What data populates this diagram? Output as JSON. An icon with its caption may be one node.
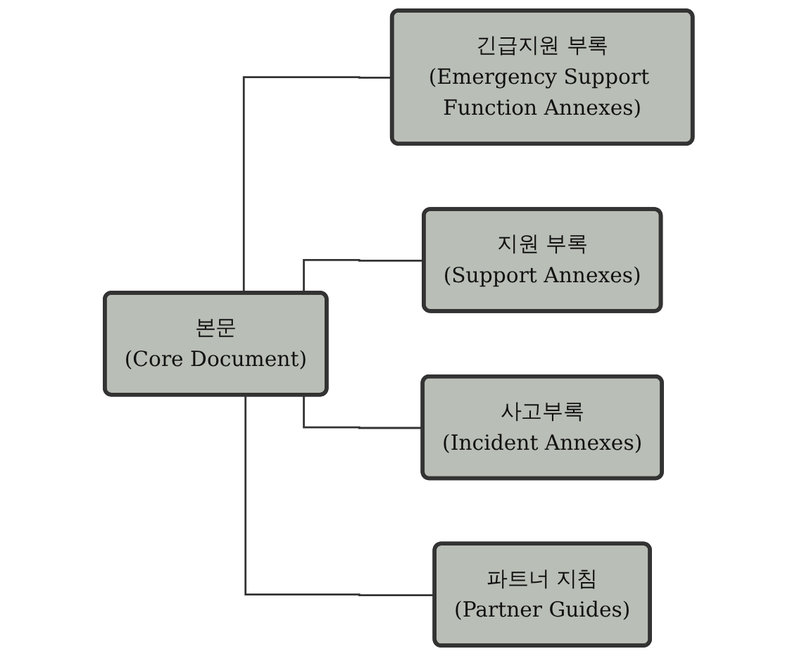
{
  "diagram": {
    "nodes": [
      {
        "text": [
          "본문",
          "(Core Document)"
        ]
      },
      {
        "text": [
          "긴급지원 부록",
          "(Emergency Support Function Annexes)"
        ]
      },
      {
        "text": [
          "지원 부록",
          "(Support Annexes)"
        ]
      },
      {
        "text": [
          "사고부록",
          "(Incident Annexes)"
        ]
      },
      {
        "text": [
          "파트너 지침",
          "(Partner Guides)"
        ]
      }
    ],
    "edges": [
      {
        "from": 0,
        "to": 1,
        "arrow": "none"
      },
      {
        "from": 0,
        "to": 2,
        "arrow": "none"
      },
      {
        "from": 0,
        "to": 3,
        "arrow": "none"
      },
      {
        "from": 0,
        "to": 4,
        "arrow": "none"
      }
    ]
  }
}
